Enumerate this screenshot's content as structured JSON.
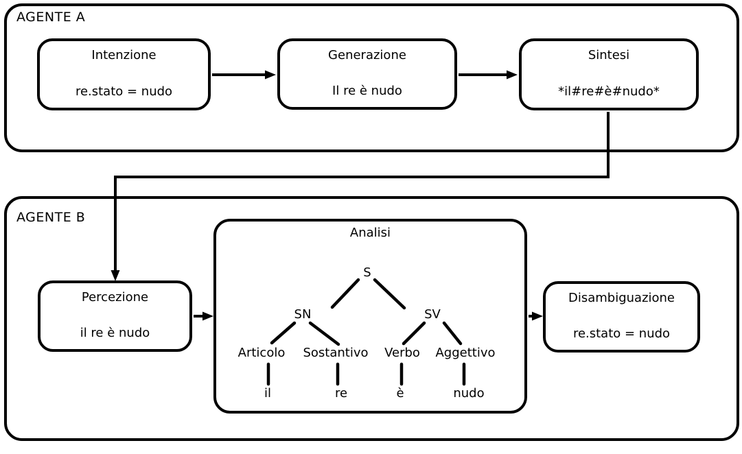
{
  "colors": {
    "stroke": "#000000",
    "background": "#ffffff"
  },
  "agent_a": {
    "label": "AGENTE A",
    "boxes": [
      {
        "title": "Intenzione",
        "value": "re.stato = nudo"
      },
      {
        "title": "Generazione",
        "value": "Il re è nudo"
      },
      {
        "title": "Sintesi",
        "value": "*il#re#è#nudo*"
      }
    ]
  },
  "agent_b": {
    "label": "AGENTE B",
    "percezione": {
      "title": "Percezione",
      "value": "il re è nudo"
    },
    "analisi": {
      "title": "Analisi",
      "tree": {
        "root": "S",
        "phrase_nodes": [
          "SN",
          "SV"
        ],
        "categories": [
          "Articolo",
          "Sostantivo",
          "Verbo",
          "Aggettivo"
        ],
        "leaves": [
          "il",
          "re",
          "è",
          "nudo"
        ]
      }
    },
    "disambiguazione": {
      "title": "Disambiguazione",
      "value": "re.stato = nudo"
    }
  }
}
